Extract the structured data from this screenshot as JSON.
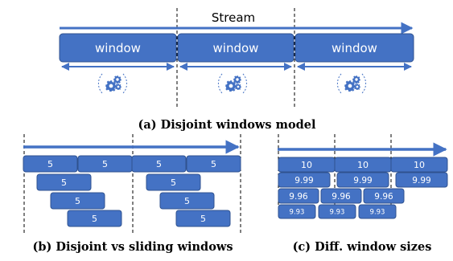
{
  "colors": {
    "fill": "#4472C4",
    "stroke": "#2F528F",
    "text": "#ffffff",
    "divider": "#000000"
  },
  "panel_a": {
    "stream_label": "Stream",
    "window_label": "window",
    "caption": "(a) Disjoint windows model",
    "icon": "gears-icon"
  },
  "panel_b": {
    "caption": "(b) Disjoint vs sliding windows",
    "rows": [
      [
        "5",
        "5",
        "5",
        "5"
      ],
      [
        "5",
        "5"
      ],
      [
        "5",
        "5"
      ],
      [
        "5",
        "5"
      ]
    ]
  },
  "panel_c": {
    "caption": "(c) Diff. window sizes",
    "rows": [
      [
        "10",
        "10",
        "10"
      ],
      [
        "9.99",
        "9.99",
        "9.99"
      ],
      [
        "9.96",
        "9.96",
        "9.96"
      ],
      [
        "9.93",
        "9.93",
        "9.93"
      ]
    ]
  }
}
